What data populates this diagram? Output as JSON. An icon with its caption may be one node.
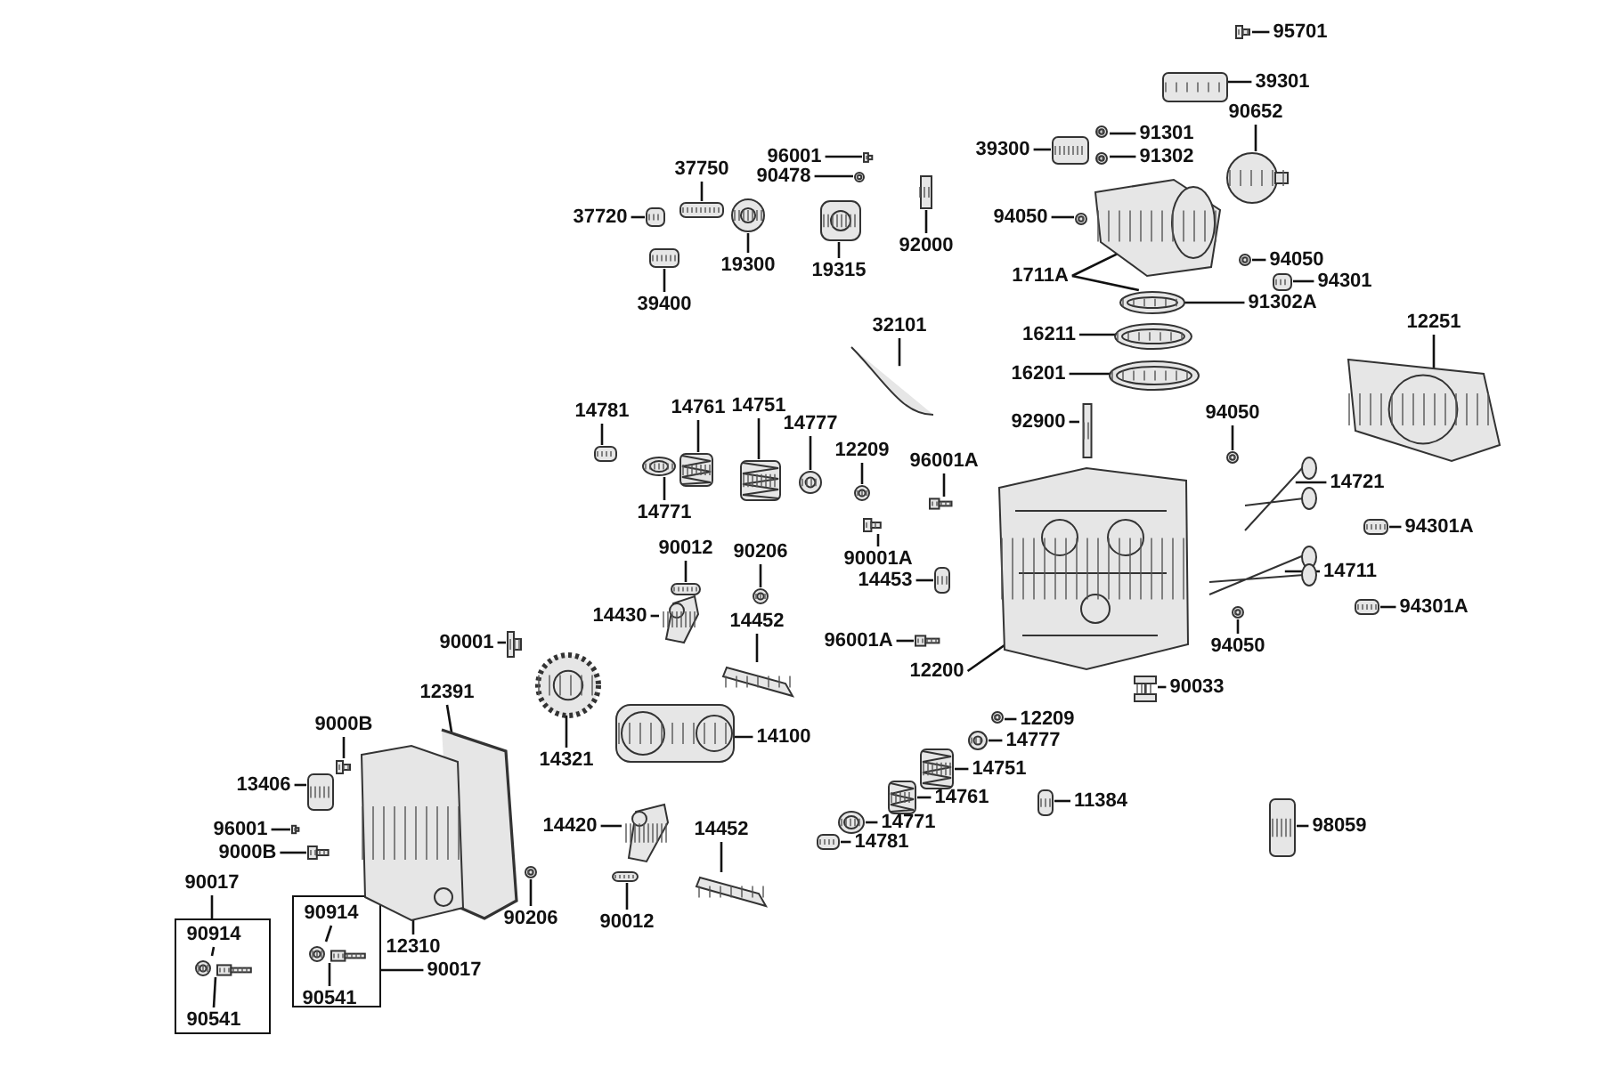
{
  "diagram": {
    "nodes": [
      {
        "text": [
          "95701"
        ]
      },
      {
        "text": [
          "39301"
        ]
      },
      {
        "text": [
          "90652"
        ]
      },
      {
        "text": [
          "91301"
        ]
      },
      {
        "text": [
          "39300"
        ]
      },
      {
        "text": [
          "96001"
        ]
      },
      {
        "text": [
          "91302"
        ]
      },
      {
        "text": [
          "37750"
        ]
      },
      {
        "text": [
          "90478"
        ]
      },
      {
        "text": [
          "37720"
        ]
      },
      {
        "text": [
          "94050"
        ]
      },
      {
        "text": [
          "92000"
        ]
      },
      {
        "text": [
          "94050"
        ]
      },
      {
        "text": [
          "19300"
        ]
      },
      {
        "text": [
          "19315"
        ]
      },
      {
        "text": [
          "1711A"
        ]
      },
      {
        "text": [
          "94301"
        ]
      },
      {
        "text": [
          "91302A"
        ]
      },
      {
        "text": [
          "39400"
        ]
      },
      {
        "text": [
          "12251"
        ]
      },
      {
        "text": [
          "32101"
        ]
      },
      {
        "text": [
          "16211"
        ]
      },
      {
        "text": [
          "16201"
        ]
      },
      {
        "text": [
          "14751"
        ]
      },
      {
        "text": [
          "14761"
        ]
      },
      {
        "text": [
          "14781"
        ]
      },
      {
        "text": [
          "94050"
        ]
      },
      {
        "text": [
          "92900"
        ]
      },
      {
        "text": [
          "14777"
        ]
      },
      {
        "text": [
          "12209"
        ]
      },
      {
        "text": [
          "96001A"
        ]
      },
      {
        "text": [
          "14721"
        ]
      },
      {
        "text": [
          "14771"
        ]
      },
      {
        "text": [
          "94301A"
        ]
      },
      {
        "text": [
          "90012"
        ]
      },
      {
        "text": [
          "90206"
        ]
      },
      {
        "text": [
          "90001A"
        ]
      },
      {
        "text": [
          "14711"
        ]
      },
      {
        "text": [
          "14453"
        ]
      },
      {
        "text": [
          "94301A"
        ]
      },
      {
        "text": [
          "14430"
        ]
      },
      {
        "text": [
          "14452"
        ]
      },
      {
        "text": [
          "96001A"
        ]
      },
      {
        "text": [
          "90001"
        ]
      },
      {
        "text": [
          "94050"
        ]
      },
      {
        "text": [
          "12200"
        ]
      },
      {
        "text": [
          "90033"
        ]
      },
      {
        "text": [
          "12391"
        ]
      },
      {
        "text": [
          "12209"
        ]
      },
      {
        "text": [
          "9000B"
        ]
      },
      {
        "text": [
          "14100"
        ]
      },
      {
        "text": [
          "14777"
        ]
      },
      {
        "text": [
          "14321"
        ]
      },
      {
        "text": [
          "14751"
        ]
      },
      {
        "text": [
          "13406"
        ]
      },
      {
        "text": [
          "14761"
        ]
      },
      {
        "text": [
          "11384"
        ]
      },
      {
        "text": [
          "14420"
        ]
      },
      {
        "text": [
          "14771"
        ]
      },
      {
        "text": [
          "98059"
        ]
      },
      {
        "text": [
          "96001"
        ]
      },
      {
        "text": [
          "14452"
        ]
      },
      {
        "text": [
          "14781"
        ]
      },
      {
        "text": [
          "9000B"
        ]
      },
      {
        "text": [
          "90017"
        ]
      },
      {
        "text": [],
        "shape": "box"
      },
      {
        "text": [
          "90914"
        ],
        "in": 65
      },
      {
        "text": [
          "90541"
        ],
        "in": 65
      },
      {
        "text": [],
        "shape": "box"
      },
      {
        "text": [
          "90914"
        ],
        "in": 68
      },
      {
        "text": [
          "90541"
        ],
        "in": 68
      },
      {
        "text": [
          "90206"
        ]
      },
      {
        "text": [
          "90012"
        ]
      },
      {
        "text": [
          "12310"
        ]
      },
      {
        "text": [
          "90017"
        ]
      },
      {
        "text": [],
        "shape": "picture"
      },
      {
        "text": [],
        "shape": "picture"
      },
      {
        "text": [],
        "shape": "picture"
      },
      {
        "text": [],
        "shape": "picture"
      },
      {
        "text": [],
        "shape": "picture"
      },
      {
        "text": [],
        "shape": "picture"
      },
      {
        "text": [],
        "shape": "picture"
      },
      {
        "text": [],
        "shape": "picture"
      },
      {
        "text": [],
        "shape": "picture"
      },
      {
        "text": [],
        "shape": "picture"
      },
      {
        "text": [],
        "shape": "picture"
      },
      {
        "text": [],
        "shape": "picture"
      },
      {
        "text": [],
        "shape": "picture"
      },
      {
        "text": [],
        "shape": "picture"
      },
      {
        "text": [],
        "shape": "picture"
      },
      {
        "text": [],
        "shape": "picture"
      },
      {
        "text": [],
        "shape": "picture"
      },
      {
        "text": [],
        "shape": "picture"
      },
      {
        "text": [],
        "shape": "picture"
      },
      {
        "text": [],
        "shape": "picture"
      },
      {
        "text": [],
        "shape": "picture"
      },
      {
        "text": [],
        "shape": "picture"
      },
      {
        "text": [],
        "shape": "picture"
      },
      {
        "text": [],
        "shape": "picture"
      },
      {
        "text": [],
        "shape": "picture"
      },
      {
        "text": [],
        "shape": "picture"
      },
      {
        "text": [],
        "shape": "picture"
      },
      {
        "text": [],
        "shape": "picture"
      },
      {
        "text": [],
        "shape": "picture"
      },
      {
        "text": [],
        "shape": "picture"
      },
      {
        "text": [],
        "shape": "picture"
      },
      {
        "text": [],
        "shape": "picture"
      },
      {
        "text": [],
        "shape": "picture"
      },
      {
        "text": [],
        "shape": "picture"
      },
      {
        "text": [],
        "shape": "picture"
      },
      {
        "text": [],
        "shape": "picture"
      },
      {
        "text": [],
        "shape": "picture"
      },
      {
        "text": [],
        "shape": "picture"
      },
      {
        "text": [],
        "shape": "picture"
      },
      {
        "text": [],
        "shape": "picture"
      },
      {
        "text": [],
        "shape": "picture"
      },
      {
        "text": [],
        "shape": "picture"
      },
      {
        "text": [],
        "shape": "picture"
      },
      {
        "text": [],
        "shape": "picture"
      },
      {
        "text": [],
        "shape": "picture"
      },
      {
        "text": [],
        "shape": "picture"
      },
      {
        "text": [],
        "shape": "picture"
      },
      {
        "text": [],
        "shape": "picture"
      },
      {
        "text": [],
        "shape": "picture"
      },
      {
        "text": [],
        "shape": "picture"
      },
      {
        "text": [],
        "shape": "picture"
      },
      {
        "text": [],
        "shape": "picture"
      },
      {
        "text": [],
        "shape": "picture"
      },
      {
        "text": [],
        "shape": "picture"
      },
      {
        "text": [],
        "shape": "picture"
      },
      {
        "text": [],
        "shape": "picture"
      },
      {
        "text": [],
        "shape": "picture"
      },
      {
        "text": [],
        "shape": "picture"
      },
      {
        "text": [],
        "shape": "picture"
      },
      {
        "text": [],
        "shape": "picture"
      },
      {
        "text": [],
        "shape": "picture"
      },
      {
        "text": [],
        "shape": "picture"
      },
      {
        "text": [],
        "shape": "picture"
      },
      {
        "text": [],
        "shape": "picture"
      },
      {
        "text": [],
        "shape": "picture",
        "in": 65
      },
      {
        "text": [],
        "shape": "picture",
        "in": 65
      },
      {
        "text": [],
        "shape": "picture",
        "in": 68
      },
      {
        "text": [],
        "shape": "picture",
        "in": 68
      },
      {
        "text": [],
        "shape": "picture"
      },
      {
        "text": [],
        "shape": "picture"
      },
      {
        "text": [],
        "shape": "picture"
      }
    ],
    "edges": [
      {
        "from": 0,
        "to": 75,
        "arrow": "none"
      },
      {
        "from": 1,
        "to": 76,
        "arrow": "none"
      },
      {
        "from": 2,
        "to": 77,
        "arrow": "none"
      },
      {
        "from": 3,
        "to": 78,
        "arrow": "none"
      },
      {
        "from": 4,
        "to": 79,
        "arrow": "none"
      },
      {
        "from": 5,
        "to": 80,
        "arrow": "none"
      },
      {
        "from": 6,
        "to": 81,
        "arrow": "none"
      },
      {
        "from": 7,
        "to": 82,
        "arrow": "none"
      },
      {
        "from": 8,
        "to": 83,
        "arrow": "none"
      },
      {
        "from": 9,
        "to": 84,
        "arrow": "none"
      },
      {
        "from": 10,
        "to": 85,
        "arrow": "none"
      },
      {
        "from": 11,
        "to": 86,
        "arrow": "none"
      },
      {
        "from": 12,
        "to": 87,
        "arrow": "none"
      },
      {
        "from": 13,
        "to": 88,
        "arrow": "none"
      },
      {
        "from": 14,
        "to": 89,
        "arrow": "none"
      },
      {
        "from": 15,
        "to": 90,
        "arrow": "none"
      },
      {
        "from": 15,
        "to": 92,
        "arrow": "none"
      },
      {
        "from": 16,
        "to": 91,
        "arrow": "none"
      },
      {
        "from": 17,
        "to": 92,
        "arrow": "none"
      },
      {
        "from": 18,
        "to": 93,
        "arrow": "none"
      },
      {
        "from": 19,
        "to": 94,
        "arrow": "none"
      },
      {
        "from": 20,
        "to": 95,
        "arrow": "none"
      },
      {
        "from": 21,
        "to": 96,
        "arrow": "none"
      },
      {
        "from": 22,
        "to": 97,
        "arrow": "none"
      },
      {
        "from": 23,
        "to": 98,
        "arrow": "none"
      },
      {
        "from": 24,
        "to": 99,
        "arrow": "none"
      },
      {
        "from": 25,
        "to": 100,
        "arrow": "none"
      },
      {
        "from": 26,
        "to": 101,
        "arrow": "none"
      },
      {
        "from": 27,
        "to": 102,
        "arrow": "none"
      },
      {
        "from": 28,
        "to": 103,
        "arrow": "none"
      },
      {
        "from": 29,
        "to": 104,
        "arrow": "none"
      },
      {
        "from": 30,
        "to": 105,
        "arrow": "none"
      },
      {
        "from": 31,
        "to": 106,
        "arrow": "none"
      },
      {
        "from": 32,
        "to": 107,
        "arrow": "none"
      },
      {
        "from": 33,
        "to": 108,
        "arrow": "none"
      },
      {
        "from": 34,
        "to": 109,
        "arrow": "none"
      },
      {
        "from": 35,
        "to": 110,
        "arrow": "none"
      },
      {
        "from": 36,
        "to": 111,
        "arrow": "none"
      },
      {
        "from": 37,
        "to": 112,
        "arrow": "none"
      },
      {
        "from": 38,
        "to": 113,
        "arrow": "none"
      },
      {
        "from": 39,
        "to": 114,
        "arrow": "none"
      },
      {
        "from": 40,
        "to": 115,
        "arrow": "none"
      },
      {
        "from": 41,
        "to": 116,
        "arrow": "none"
      },
      {
        "from": 42,
        "to": 117,
        "arrow": "none"
      },
      {
        "from": 43,
        "to": 118,
        "arrow": "none"
      },
      {
        "from": 44,
        "to": 119,
        "arrow": "none"
      },
      {
        "from": 45,
        "to": 120,
        "arrow": "none"
      },
      {
        "from": 46,
        "to": 121,
        "arrow": "none"
      },
      {
        "from": 47,
        "to": 122,
        "arrow": "none"
      },
      {
        "from": 48,
        "to": 123,
        "arrow": "none"
      },
      {
        "from": 49,
        "to": 124,
        "arrow": "none"
      },
      {
        "from": 50,
        "to": 125,
        "arrow": "none"
      },
      {
        "from": 51,
        "to": 126,
        "arrow": "none"
      },
      {
        "from": 52,
        "to": 127,
        "arrow": "none"
      },
      {
        "from": 53,
        "to": 128,
        "arrow": "none"
      },
      {
        "from": 54,
        "to": 129,
        "arrow": "none"
      },
      {
        "from": 55,
        "to": 130,
        "arrow": "none"
      },
      {
        "from": 56,
        "to": 131,
        "arrow": "none"
      },
      {
        "from": 57,
        "to": 132,
        "arrow": "none"
      },
      {
        "from": 58,
        "to": 133,
        "arrow": "none"
      },
      {
        "from": 59,
        "to": 134,
        "arrow": "none"
      },
      {
        "from": 60,
        "to": 135,
        "arrow": "none"
      },
      {
        "from": 61,
        "to": 136,
        "arrow": "none"
      },
      {
        "from": 62,
        "to": 137,
        "arrow": "none"
      },
      {
        "from": 63,
        "to": 138,
        "arrow": "none"
      },
      {
        "from": 64,
        "to": 65,
        "arrow": "none"
      },
      {
        "from": 66,
        "to": 139,
        "arrow": "none"
      },
      {
        "from": 67,
        "to": 140,
        "arrow": "none"
      },
      {
        "from": 69,
        "to": 141,
        "arrow": "none"
      },
      {
        "from": 70,
        "to": 142,
        "arrow": "none"
      },
      {
        "from": 71,
        "to": 143,
        "arrow": "none"
      },
      {
        "from": 72,
        "to": 144,
        "arrow": "none"
      },
      {
        "from": 73,
        "to": 145,
        "arrow": "none"
      },
      {
        "from": 74,
        "to": 68,
        "arrow": "none"
      }
    ]
  }
}
